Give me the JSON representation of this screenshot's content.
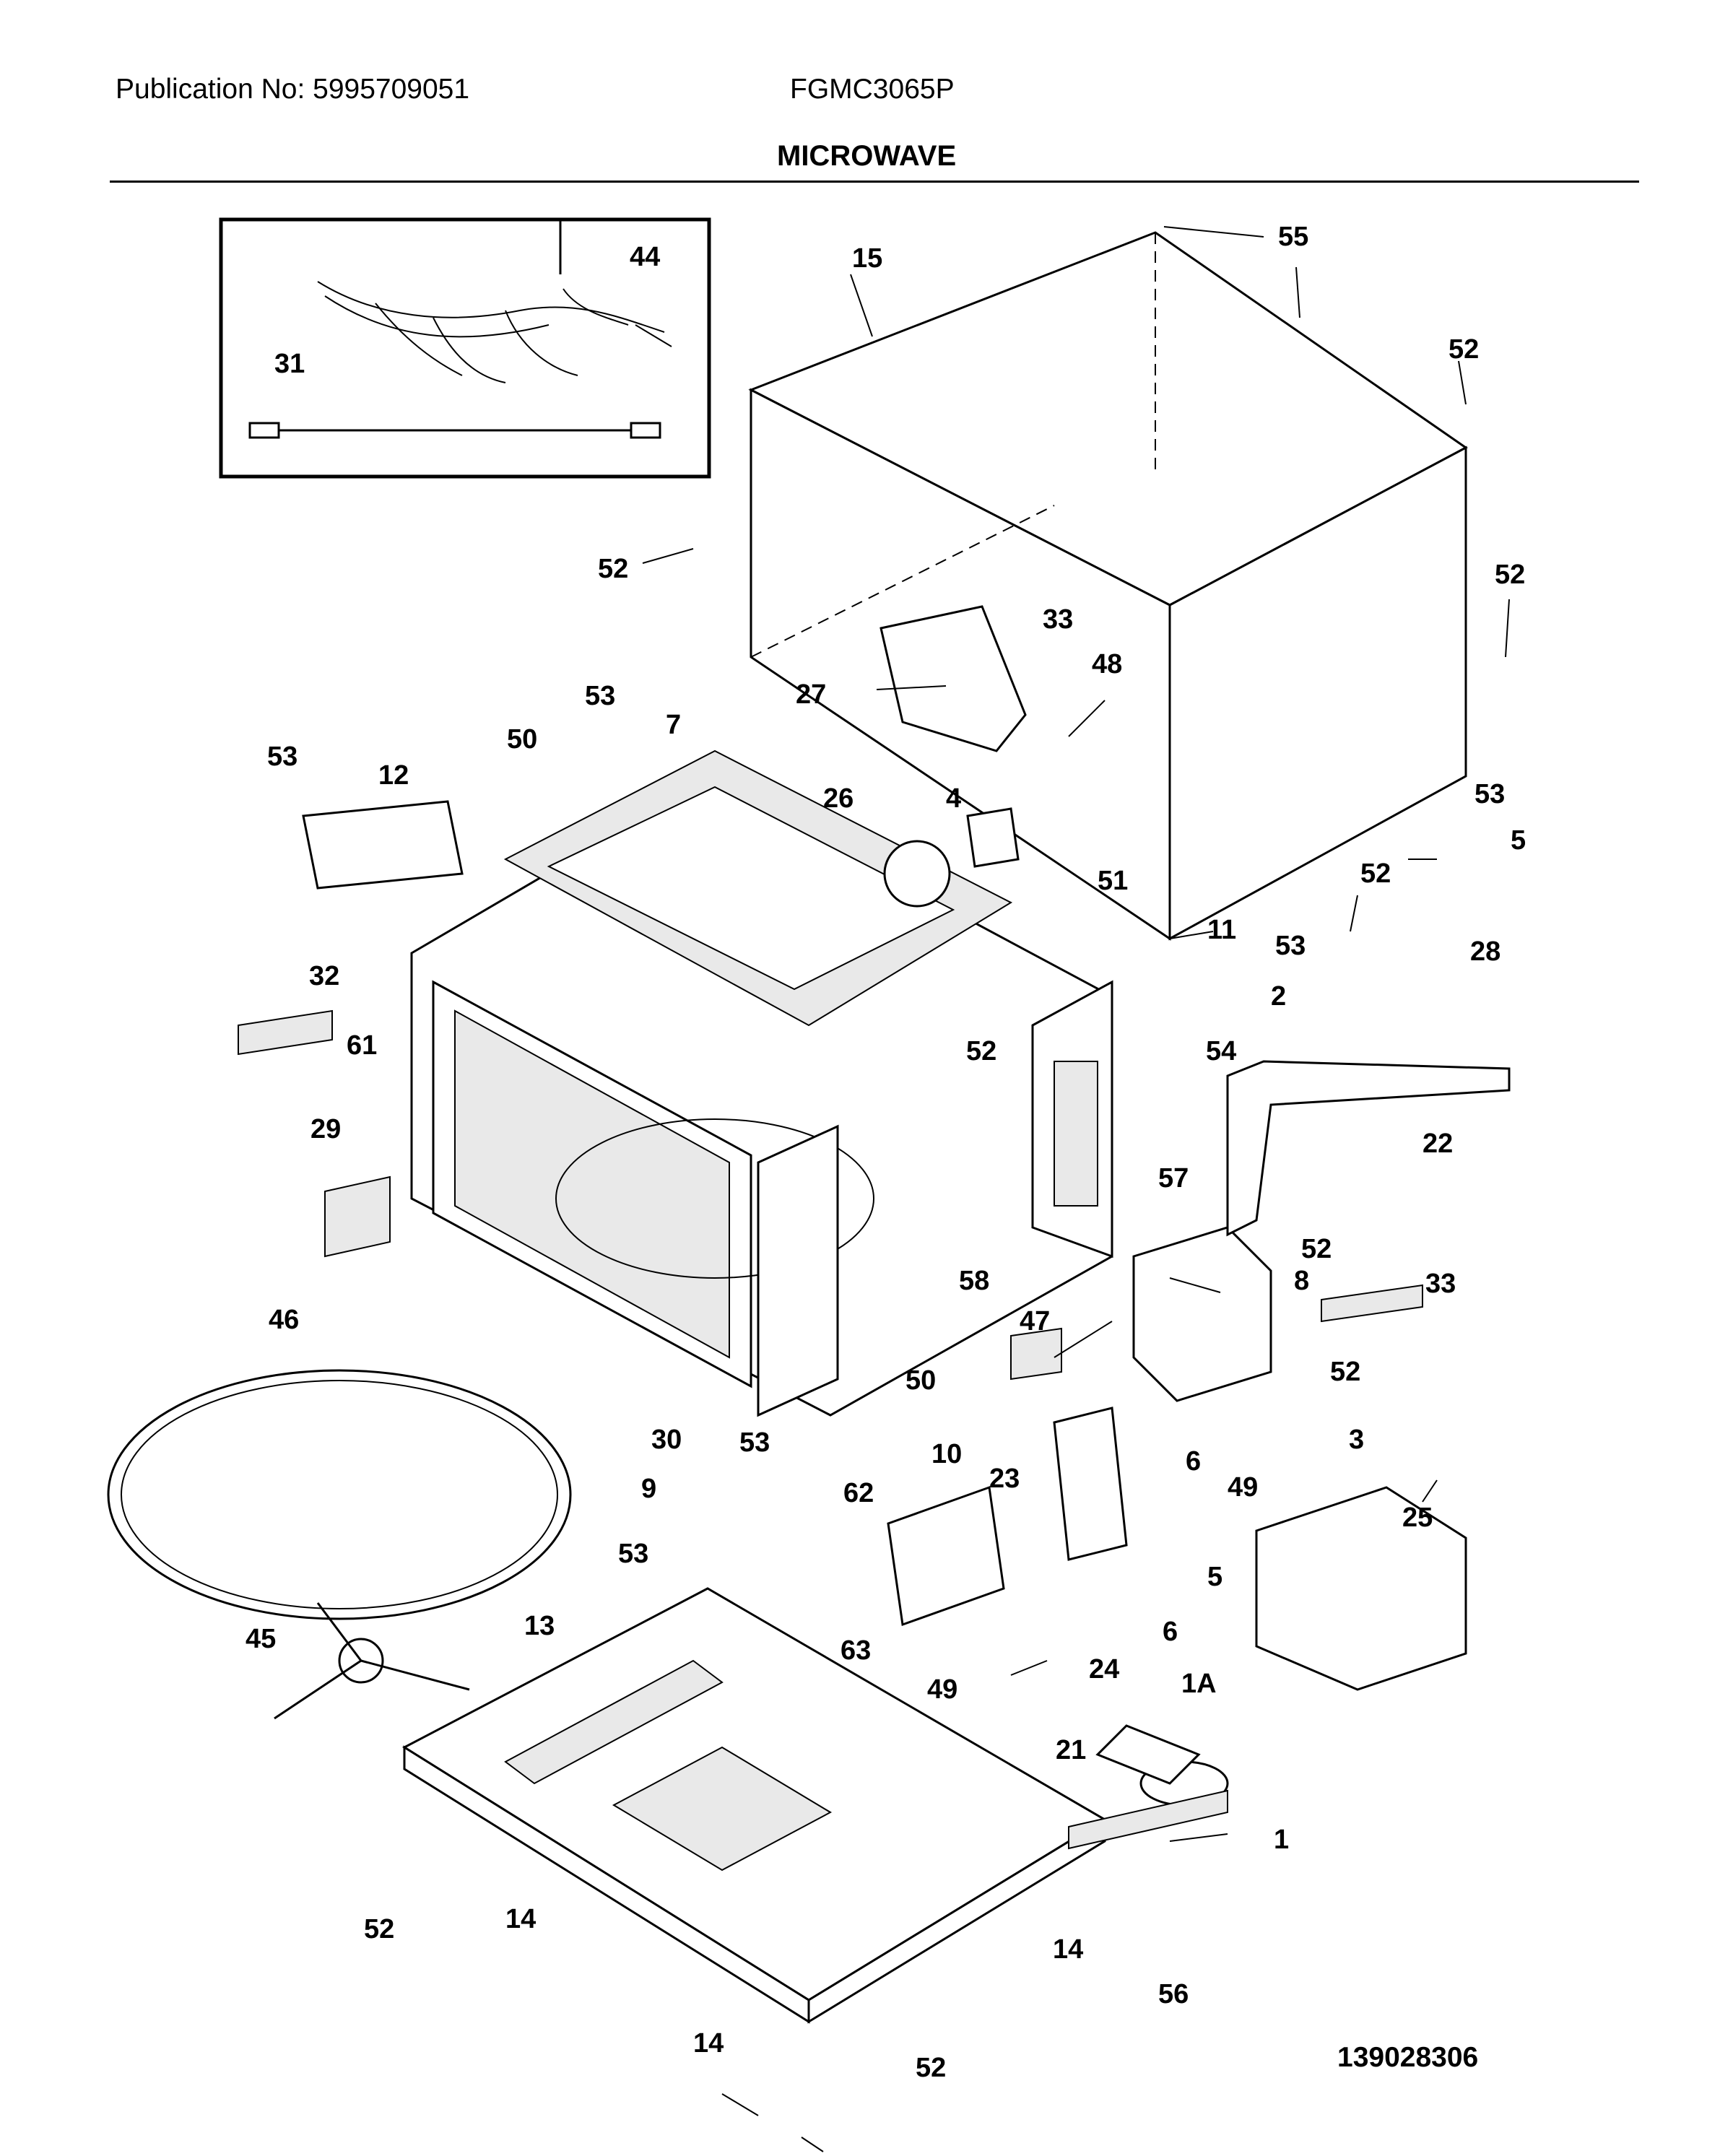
{
  "header": {
    "publication": "Publication No: 5995709051",
    "model": "FGMC3065P",
    "title": "MICROWAVE"
  },
  "diagram_id": "139028306",
  "callouts": [
    {
      "id": "c55",
      "label": "55"
    },
    {
      "id": "c15",
      "label": "15"
    },
    {
      "id": "c44",
      "label": "44"
    },
    {
      "id": "c31",
      "label": "31"
    },
    {
      "id": "c52a",
      "label": "52"
    },
    {
      "id": "c52b",
      "label": "52"
    },
    {
      "id": "c52c",
      "label": "52"
    },
    {
      "id": "c33a",
      "label": "33"
    },
    {
      "id": "c48",
      "label": "48"
    },
    {
      "id": "c27",
      "label": "27"
    },
    {
      "id": "c53a",
      "label": "53"
    },
    {
      "id": "c53b",
      "label": "53"
    },
    {
      "id": "c50a",
      "label": "50"
    },
    {
      "id": "c7",
      "label": "7"
    },
    {
      "id": "c12",
      "label": "12"
    },
    {
      "id": "c26",
      "label": "26"
    },
    {
      "id": "c4",
      "label": "4"
    },
    {
      "id": "c53c",
      "label": "53"
    },
    {
      "id": "c5a",
      "label": "5"
    },
    {
      "id": "c52d",
      "label": "52"
    },
    {
      "id": "c28",
      "label": "28"
    },
    {
      "id": "c51",
      "label": "51"
    },
    {
      "id": "c11",
      "label": "11"
    },
    {
      "id": "c53d",
      "label": "53"
    },
    {
      "id": "c32",
      "label": "32"
    },
    {
      "id": "c2",
      "label": "2"
    },
    {
      "id": "c61",
      "label": "61"
    },
    {
      "id": "c52e",
      "label": "52"
    },
    {
      "id": "c54",
      "label": "54"
    },
    {
      "id": "c22",
      "label": "22"
    },
    {
      "id": "c29",
      "label": "29"
    },
    {
      "id": "c57",
      "label": "57"
    },
    {
      "id": "c52f",
      "label": "52"
    },
    {
      "id": "c58",
      "label": "58"
    },
    {
      "id": "c8",
      "label": "8"
    },
    {
      "id": "c33b",
      "label": "33"
    },
    {
      "id": "c46",
      "label": "46"
    },
    {
      "id": "c47",
      "label": "47"
    },
    {
      "id": "c50b",
      "label": "50"
    },
    {
      "id": "c52g",
      "label": "52"
    },
    {
      "id": "c30",
      "label": "30"
    },
    {
      "id": "c53e",
      "label": "53"
    },
    {
      "id": "c10",
      "label": "10"
    },
    {
      "id": "c6a",
      "label": "6"
    },
    {
      "id": "c3",
      "label": "3"
    },
    {
      "id": "c9",
      "label": "9"
    },
    {
      "id": "c62",
      "label": "62"
    },
    {
      "id": "c23",
      "label": "23"
    },
    {
      "id": "c49a",
      "label": "49"
    },
    {
      "id": "c25",
      "label": "25"
    },
    {
      "id": "c53f",
      "label": "53"
    },
    {
      "id": "c5b",
      "label": "5"
    },
    {
      "id": "c63",
      "label": "63"
    },
    {
      "id": "c6b",
      "label": "6"
    },
    {
      "id": "c13",
      "label": "13"
    },
    {
      "id": "c24",
      "label": "24"
    },
    {
      "id": "c45",
      "label": "45"
    },
    {
      "id": "c49b",
      "label": "49"
    },
    {
      "id": "c1A",
      "label": "1A"
    },
    {
      "id": "c21",
      "label": "21"
    },
    {
      "id": "c1",
      "label": "1"
    },
    {
      "id": "c52h",
      "label": "52"
    },
    {
      "id": "c14a",
      "label": "14"
    },
    {
      "id": "c14b",
      "label": "14"
    },
    {
      "id": "c56",
      "label": "56"
    },
    {
      "id": "c14c",
      "label": "14"
    },
    {
      "id": "c52i",
      "label": "52"
    }
  ]
}
